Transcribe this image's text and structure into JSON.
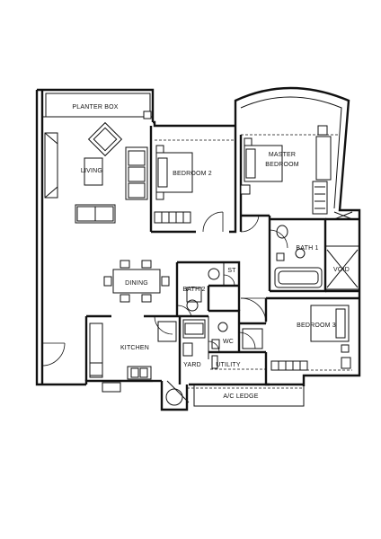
{
  "rooms": {
    "planter_box": "PLANTER BOX",
    "living": "LIVING",
    "bedroom2": "BEDROOM 2",
    "master_line1": "MASTER",
    "master_line2": "BEDROOM",
    "bath1": "BATH 1",
    "void": "VOID",
    "dining": "DINING",
    "bath2": "BATH 2",
    "st": "ST",
    "bedroom3": "BEDROOM 3",
    "kitchen": "KITCHEN",
    "wc": "WC",
    "yard": "YARD",
    "utility": "UTILITY",
    "ac_ledge": "A/C LEDGE"
  }
}
